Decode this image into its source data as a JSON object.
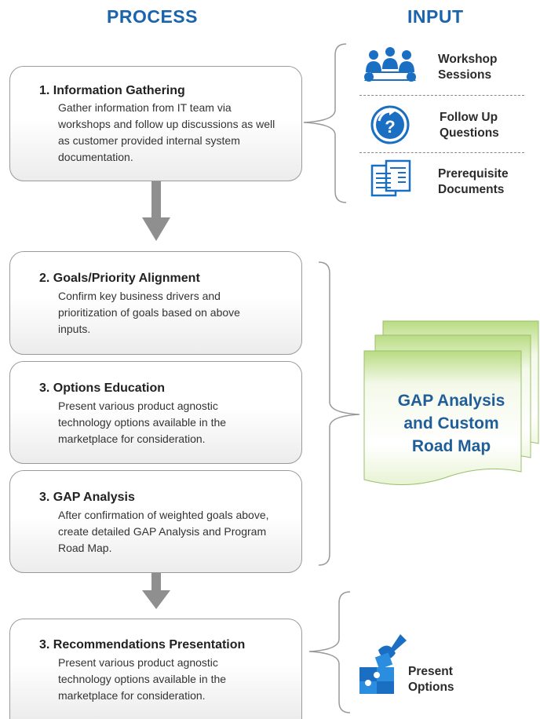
{
  "headers": {
    "process": "PROCESS",
    "input": "INPUT"
  },
  "steps": [
    {
      "title": "1. Information Gathering",
      "desc": "Gather information from IT team via workshops and follow up discussions as well as customer provided internal system documentation."
    },
    {
      "title": "2. Goals/Priority Alignment",
      "desc": "Confirm key business drivers and prioritization of goals based on above inputs."
    },
    {
      "title": "3. Options Education",
      "desc": "Present various product agnostic technology options available in the marketplace for consideration."
    },
    {
      "title": "3. GAP Analysis",
      "desc": "After confirmation of weighted goals above, create detailed GAP Analysis and Program Road Map."
    },
    {
      "title": "3. Recommendations Presentation",
      "desc": "Present various product agnostic technology options available in the marketplace for consideration."
    }
  ],
  "inputs": {
    "workshop": {
      "line1": "Workshop",
      "line2": "Sessions",
      "icon": "meeting-icon"
    },
    "followup": {
      "line1": "Follow Up",
      "line2": "Questions",
      "icon": "question-icon"
    },
    "prereq": {
      "line1": "Prerequisite",
      "line2": "Documents",
      "icon": "documents-icon"
    }
  },
  "output": {
    "line1": "GAP Analysis",
    "line2": "and Custom",
    "line3": "Road Map"
  },
  "present": {
    "line1": "Present",
    "line2": "Options",
    "icon": "puzzle-hand-icon"
  },
  "colors": {
    "header": "#1a64ae",
    "icon_blue": "#1b6fc2",
    "doc_green": "#c8e39a",
    "arrow": "#8f8f8f"
  }
}
